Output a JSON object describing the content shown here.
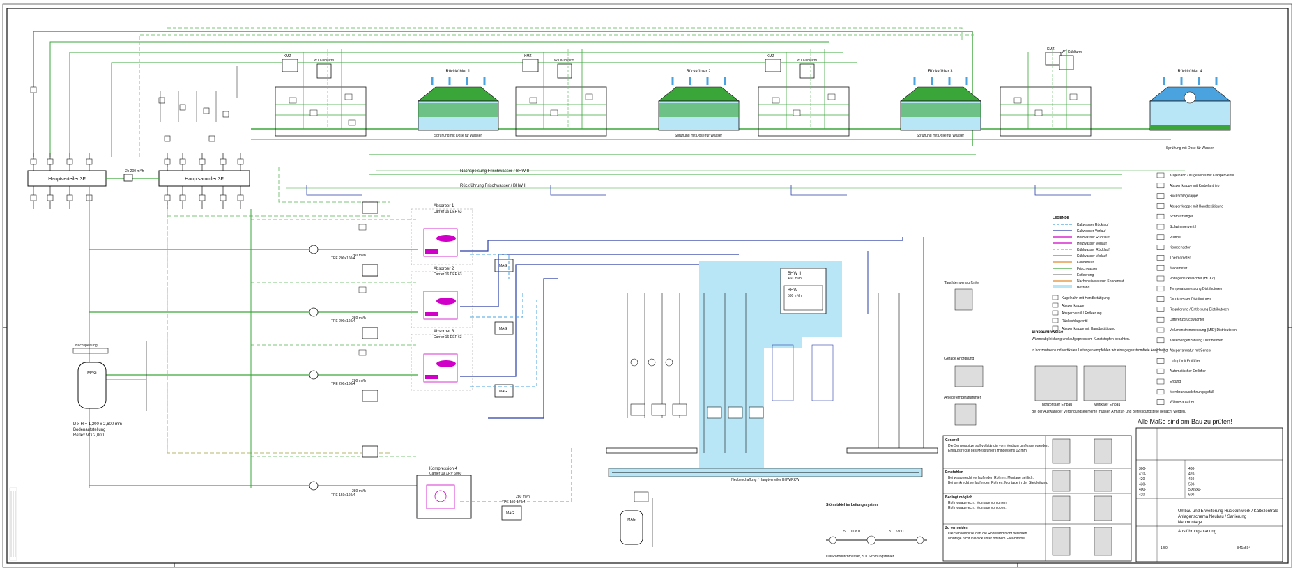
{
  "colors": {
    "green": "#3aa63a",
    "green_dash": "#7cc47c",
    "blue": "#2a3fa8",
    "light_blue": "#4aa3df",
    "magenta": "#d100c8",
    "cyan_fill": "#b8e6f7",
    "grey": "#888888",
    "orange": "#e08a2a",
    "dark": "#111111"
  },
  "distributors": {
    "main_distributor": "Hauptverteiler  3F",
    "main_collector": "Hauptsammler  3F",
    "flow_between": "2x 200 m³/h"
  },
  "cooling_towers": [
    {
      "label": "Rückkühler 1",
      "caption": "Sprühung mit Dose für Wasser",
      "valve_label": "WT Kühlturm",
      "kmz": "KMZ"
    },
    {
      "label": "Rückkühler 2",
      "caption": "Sprühung mit Dose für Wasser",
      "valve_label": "WT Kühlturm",
      "kmz": "KMZ"
    },
    {
      "label": "Rückkühler 3",
      "caption": "Sprühung mit Dose für Wasser",
      "valve_label": "WT Kühlturm",
      "kmz": "KMZ"
    },
    {
      "label": "Rückkühler 4",
      "caption": "Sprühung mit Dose für Wasser",
      "valve_label": "WT Kühlturm",
      "kmz": "KMZ"
    }
  ],
  "water_lines": {
    "line1": "Nachspeisung Frischwasser / BHW II",
    "line2": "Rückführung Frischwasser / BHW II"
  },
  "chillers": [
    {
      "name": "Absorber 1",
      "model": "Carrier 16 DEF 63",
      "flow": "280 m³/h",
      "pump": "TPE 200x160/4",
      "mag": "MAG"
    },
    {
      "name": "Absorber 2",
      "model": "Carrier 16 DEF 63",
      "flow": "280 m³/h",
      "pump": "TPE 200x160/4",
      "mag": "MAG"
    },
    {
      "name": "Absorber 3",
      "model": "Carrier 16 DEF 63",
      "flow": "280 m³/h",
      "pump": "TPE 200x160/4",
      "mag": "MAG"
    },
    {
      "name": "Kompression 4",
      "model": "Carrier 19 XRV 6060",
      "flow": "280 m³/h",
      "pump": "TPE 150x160/4",
      "mag": "MAG"
    }
  ],
  "pressure_vessel": {
    "label": "MAG",
    "title": "Nachspeisung",
    "dims": "D x H = 1,200 x 2,600 mm",
    "floor": "Bodenaufstellung",
    "model": "Reflex VG 2,000"
  },
  "buffer": {
    "bhw2": "BHW II",
    "bhw2_flow": "460 m³/h",
    "bhw1": "BHW I",
    "bhw1_flow": "530 m³/h",
    "header_caption": "Neubeschaffung / Hauptverteiler BHW/RKW"
  },
  "bottom_pumps": {
    "pump": "TPE 150-170/4",
    "flow": "280 m³/h",
    "mag": "MAG"
  },
  "install_note": {
    "title": "Stömstrkiel im Leitungssystem",
    "formula_a": "5 ... 10 x D",
    "formula_b": "3 ... 5 x D",
    "footer": "D = Rohrdurchmesser, S = Strömungsfühler"
  },
  "legend": {
    "title": "LEGENDE",
    "lines": [
      {
        "label": "Kaltwasser Rücklauf",
        "color": "#4aa3df",
        "dash": true
      },
      {
        "label": "Kaltwasser Vorlauf",
        "color": "#2a3fa8",
        "dash": false
      },
      {
        "label": "Heizwasser Rücklauf",
        "color": "#d100c8",
        "dash": false
      },
      {
        "label": "Heizwasser Vorlauf",
        "color": "#d100c8",
        "dash": false
      },
      {
        "label": "Kühlwasser Rücklauf",
        "color": "#7cc47c",
        "dash": true
      },
      {
        "label": "Kühlwasser Vorlauf",
        "color": "#3aa63a",
        "dash": false
      },
      {
        "label": "Kondensat",
        "color": "#e08a2a",
        "dash": false
      },
      {
        "label": "Frischwasser",
        "color": "#3aa63a",
        "dash": false
      },
      {
        "label": "Entleerung",
        "color": "#888888",
        "dash": false
      },
      {
        "label": "Nachspeisewasser Kondensat",
        "color": "#e08a2a",
        "dash": false
      },
      {
        "label": "Bestand",
        "color": "#b8e6f7",
        "dash": false
      }
    ],
    "symbols_left": [
      "Kugelhahn mit Handbetätigung",
      "Absperrklappe",
      "Absperrventil / Entleerung",
      "Rückschlagventil",
      "Absperrklappe mit Handbetätigung"
    ],
    "symbols_right": [
      "Kugelhahn / Kugelventil mit Klappenventil",
      "Absperrklappe mit Kurbelantrieb",
      "Rückschlagklappe",
      "Absperrklappe mit Handbetätigung",
      "Schmutzfänger",
      "Schwimmerventil",
      "Pumpe",
      "Kompensator",
      "Thermometer",
      "Manometer",
      "Vorlagedruckwächter (HUXZ)",
      "Temperaturmessung Distributoren",
      "Druckmesser Distributoren",
      "Regulierung / Entleerung Distributoren",
      "Differenzdruckwächter",
      "Volumenstrommessung (MID) Distributoren",
      "Kältemengenzählung Distributoren",
      "Absperrarmatur mit Sensor",
      "Luftopf mit Entlüfter",
      "Automatischer Entlüfter",
      "Erdung",
      "Membranausdehnungsgefäß",
      "Wärmetauscher"
    ]
  },
  "install_details": {
    "col1": [
      "Tauchtemperaturfühler",
      "Gerade Anordnung",
      "Anlegetemperaturfühler"
    ],
    "title": "Einbauhinweise",
    "notes": [
      "Wärmeabgleichung und aufgepresstem Kunststopfen beachten.",
      "In horizontalen und vertikalen Leitungen empfehlen wir eine gegenstromfreie Anordnung.",
      "Bei der Auswahl der Verbindungselemente müssen Armatur- und Befestigungsteile bedacht werden."
    ],
    "caption_horizontal": "horizontaler Einbau",
    "caption_vertical": "vertikaler Einbau"
  },
  "check_note": "Alle Maße sind am Bau zu prüfen!",
  "info_table": {
    "sections": [
      {
        "title": "Generell",
        "items": [
          "Die Sensorspitze soll vollständig vom Medium umflossen werden.",
          "Einlaufstrecke des Messfühlers mindestens 12 mm"
        ]
      },
      {
        "title": "Empfohlen",
        "items": [
          "Bei waagerecht verlaufenden Rohren: Montage seitlich.",
          "Bei senkrecht verlaufenden Rohren: Montage in der Steigleitung."
        ]
      },
      {
        "title": "Bedingt möglich",
        "items": [
          "Rohr waagerecht: Montage von unten.",
          "Rohr waagerecht: Montage von oben."
        ]
      },
      {
        "title": "Zu vermeiden",
        "items": [
          "Die Sensorspitze darf die Rohrwand nicht berühren.",
          "Montage nicht in Knick unter offenem Fließhimmel."
        ]
      }
    ]
  },
  "title_block": {
    "project": "Umbau und Erweiterung Rückkühlwerk / Kältezentrale",
    "subject": "Anlagenschema Neubau / Sanierung",
    "sub2": "Neumontage",
    "phase": "Ausführungsplanung",
    "scale": "1:50",
    "format": "841x594",
    "dn_table": [
      [
        "300-",
        "480-"
      ],
      [
        "410-",
        "470-"
      ],
      [
        "420-",
        "460-"
      ],
      [
        "430-",
        "500-"
      ],
      [
        "400-",
        "5005x0-"
      ],
      [
        "420-",
        "600-"
      ]
    ]
  }
}
